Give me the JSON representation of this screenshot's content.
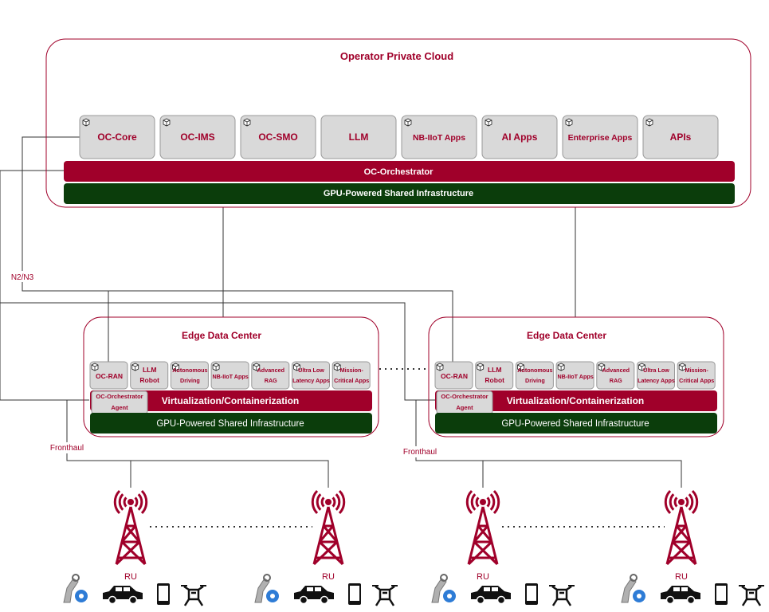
{
  "cloud": {
    "title": "Operator Private Cloud",
    "apps": [
      "OC-Core",
      "OC-IMS",
      "OC-SMO",
      "LLM",
      "NB-IIoT Apps",
      "AI Apps",
      "Enterprise Apps",
      "APIs"
    ],
    "orchestrator": "OC-Orchestrator",
    "infra": "GPU-Powered Shared Infrastructure"
  },
  "edges": [
    {
      "title": "Edge Data Center",
      "apps": [
        [
          "OC-RAN"
        ],
        [
          "LLM",
          "Robot"
        ],
        [
          "Autonomous",
          "Driving"
        ],
        [
          "NB-IIoT Apps"
        ],
        [
          "Advanced",
          "RAG"
        ],
        [
          "Ultra Low",
          "Latency Apps"
        ],
        [
          "Mission-",
          "Critical Apps"
        ]
      ],
      "agent": [
        "OC-Orchestrator",
        "Agent"
      ],
      "virt": "Virtualization/Containerization",
      "infra": "GPU-Powered Shared Infrastructure",
      "fronthaul": "Fronthaul"
    },
    {
      "title": "Edge Data Center",
      "apps": [
        [
          "OC-RAN"
        ],
        [
          "LLM",
          "Robot"
        ],
        [
          "Autonomous",
          "Driving"
        ],
        [
          "NB-IIoT Apps"
        ],
        [
          "Advanced",
          "RAG"
        ],
        [
          "Ultra Low",
          "Latency Apps"
        ],
        [
          "Mission-",
          "Critical Apps"
        ]
      ],
      "agent": [
        "OC-Orchestrator",
        "Agent"
      ],
      "virt": "Virtualization/Containerization",
      "infra": "GPU-Powered Shared Infrastructure",
      "fronthaul": "Fronthaul"
    }
  ],
  "links": {
    "n2n3": "N2/N3"
  },
  "ru": {
    "label": "RU",
    "count": 4
  },
  "devices": [
    "robot-arm-icon",
    "car-icon",
    "phone-icon",
    "drone-icon"
  ],
  "colors": {
    "accent": "#a0002a",
    "infra": "#0b3d0b",
    "box": "#d9d9d9"
  }
}
